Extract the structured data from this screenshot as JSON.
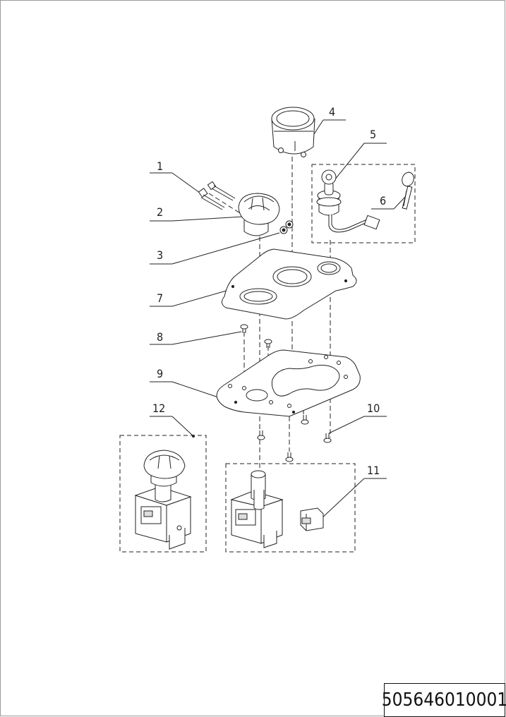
{
  "callouts": [
    {
      "id": "callout-1",
      "label": "1"
    },
    {
      "id": "callout-2",
      "label": "2"
    },
    {
      "id": "callout-3",
      "label": "3"
    },
    {
      "id": "callout-4",
      "label": "4"
    },
    {
      "id": "callout-5",
      "label": "5"
    },
    {
      "id": "callout-6",
      "label": "6"
    },
    {
      "id": "callout-7",
      "label": "7"
    },
    {
      "id": "callout-8",
      "label": "8"
    },
    {
      "id": "callout-9",
      "label": "9"
    },
    {
      "id": "callout-10",
      "label": "10"
    },
    {
      "id": "callout-11",
      "label": "11"
    },
    {
      "id": "callout-12",
      "label": "12"
    }
  ],
  "title_block": {
    "part_number": "505646010001"
  },
  "colors": {
    "line": "#222222",
    "frame": "#9a9a9a"
  }
}
